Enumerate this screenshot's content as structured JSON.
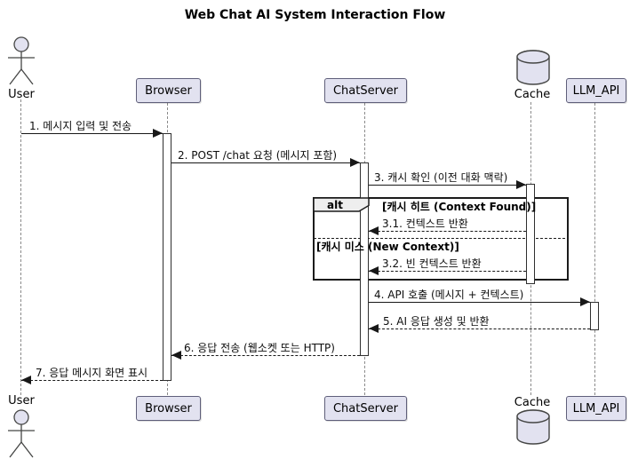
{
  "title": "Web Chat AI System Interaction Flow",
  "diagram_type": "uml-sequence",
  "participants": {
    "user": {
      "label": "User",
      "type": "actor"
    },
    "browser": {
      "label": "Browser",
      "type": "participant"
    },
    "chatserver": {
      "label": "ChatServer",
      "type": "participant"
    },
    "cache": {
      "label": "Cache",
      "type": "database"
    },
    "llm_api": {
      "label": "LLM_API",
      "type": "participant"
    }
  },
  "messages": [
    {
      "label": "1. 메시지 입력 및 전송",
      "from": "User",
      "to": "Browser",
      "line": "solid"
    },
    {
      "label": "2. POST /chat 요청 (메시지 포함)",
      "from": "Browser",
      "to": "ChatServer",
      "line": "solid"
    },
    {
      "label": "3. 캐시 확인 (이전 대화 맥락)",
      "from": "ChatServer",
      "to": "Cache",
      "line": "solid"
    },
    {
      "label": "3.1. 컨텍스트 반환",
      "from": "Cache",
      "to": "ChatServer",
      "line": "dashed"
    },
    {
      "label": "3.2. 빈 컨텍스트 반환",
      "from": "Cache",
      "to": "ChatServer",
      "line": "dashed"
    },
    {
      "label": "4. API 호출 (메시지 + 컨텍스트)",
      "from": "ChatServer",
      "to": "LLM_API",
      "line": "solid"
    },
    {
      "label": "5. AI 응답 생성 및 반환",
      "from": "LLM_API",
      "to": "ChatServer",
      "line": "dashed"
    },
    {
      "label": "6. 응답 전송 (웹소켓 또는 HTTP)",
      "from": "ChatServer",
      "to": "Browser",
      "line": "dashed"
    },
    {
      "label": "7. 응답 메시지 화면 표시",
      "from": "Browser",
      "to": "User",
      "line": "dashed"
    }
  ],
  "fragment": {
    "operator": "alt",
    "guard_hit": "[캐시 히트 (Context Found)]",
    "guard_miss": "[캐시 미스 (New Context)]"
  },
  "colors": {
    "participant_fill": "#E2E2F0",
    "participant_border": "#5F5F7A",
    "fragment_border": "#1B1B1B",
    "fragment_label_fill": "#EEEEEE",
    "lifeline": "#8A8A8A",
    "background": "#FFFFFF"
  }
}
